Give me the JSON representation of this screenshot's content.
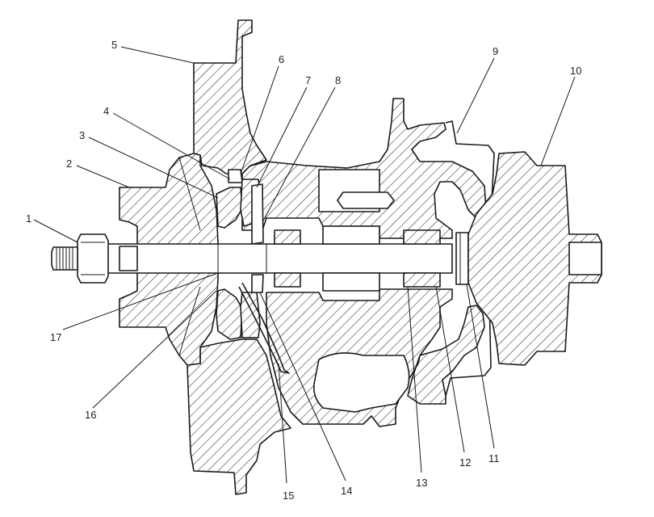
{
  "figure": {
    "labels": [
      {
        "id": "1",
        "text": "1"
      },
      {
        "id": "2",
        "text": "2"
      },
      {
        "id": "3",
        "text": "3"
      },
      {
        "id": "4",
        "text": "4"
      },
      {
        "id": "5",
        "text": "5"
      },
      {
        "id": "6",
        "text": "6"
      },
      {
        "id": "7",
        "text": "7"
      },
      {
        "id": "8",
        "text": "8"
      },
      {
        "id": "9",
        "text": "9"
      },
      {
        "id": "10",
        "text": "10"
      },
      {
        "id": "11",
        "text": "11"
      },
      {
        "id": "12",
        "text": "12"
      },
      {
        "id": "13",
        "text": "13"
      },
      {
        "id": "14",
        "text": "14"
      },
      {
        "id": "15",
        "text": "15"
      },
      {
        "id": "16",
        "text": "16"
      },
      {
        "id": "17",
        "text": "17"
      }
    ]
  },
  "colors": {
    "line": "#1a1a1a",
    "background": "#ffffff"
  }
}
